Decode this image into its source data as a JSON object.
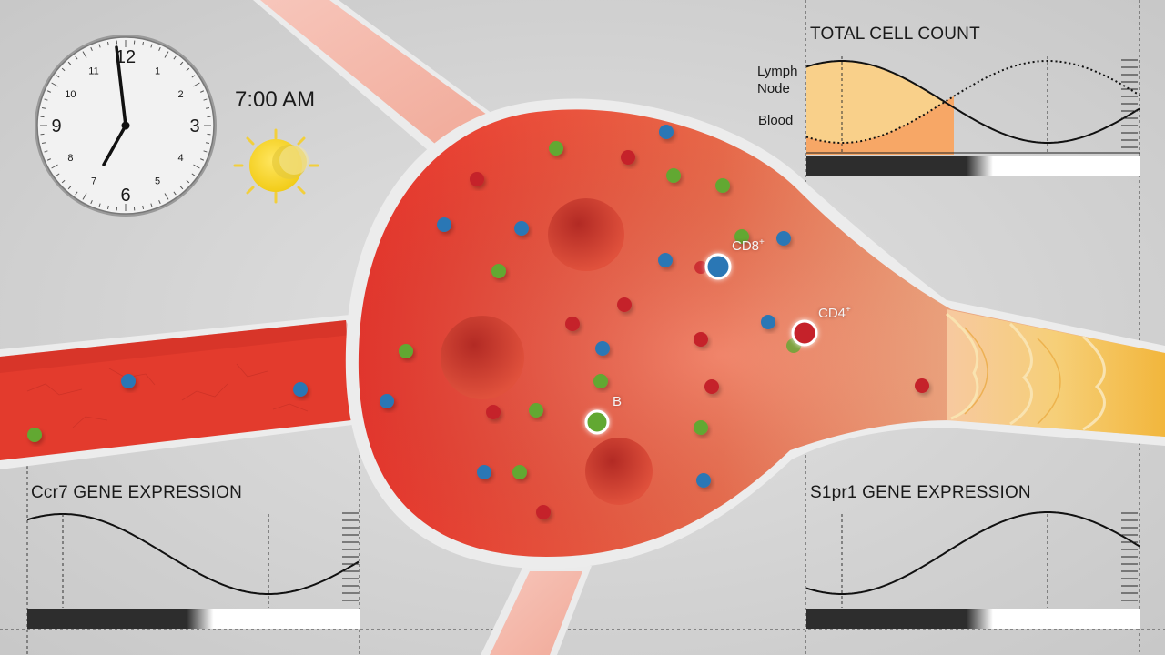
{
  "clock": {
    "time_text": "7:00 AM",
    "numerals": [
      "12",
      "1",
      "2",
      "3",
      "4",
      "5",
      "6",
      "7",
      "8",
      "9",
      "10",
      "11"
    ]
  },
  "time_of_day_icon": "sun-with-moon-icon",
  "panels": {
    "total_cell_count": {
      "title": "TOTAL CELL COUNT",
      "label_lymph_node": "Lymph\nNode",
      "label_blood": "Blood"
    },
    "ccr7": {
      "title": "Ccr7 GENE EXPRESSION"
    },
    "s1pr1": {
      "title": "S1pr1 GENE EXPRESSION"
    }
  },
  "cell_labels": {
    "cd8": "CD8",
    "cd4": "CD4",
    "b": "B",
    "superscript": "+"
  },
  "colors": {
    "t_cell_cd8": "#2a77b5",
    "t_cell_cd4": "#c5212a",
    "b_cell": "#62a832",
    "blood_vessel": "#e23a2c",
    "lymph_vessel": "#f3c25a",
    "background": "#d3d3d3"
  }
}
